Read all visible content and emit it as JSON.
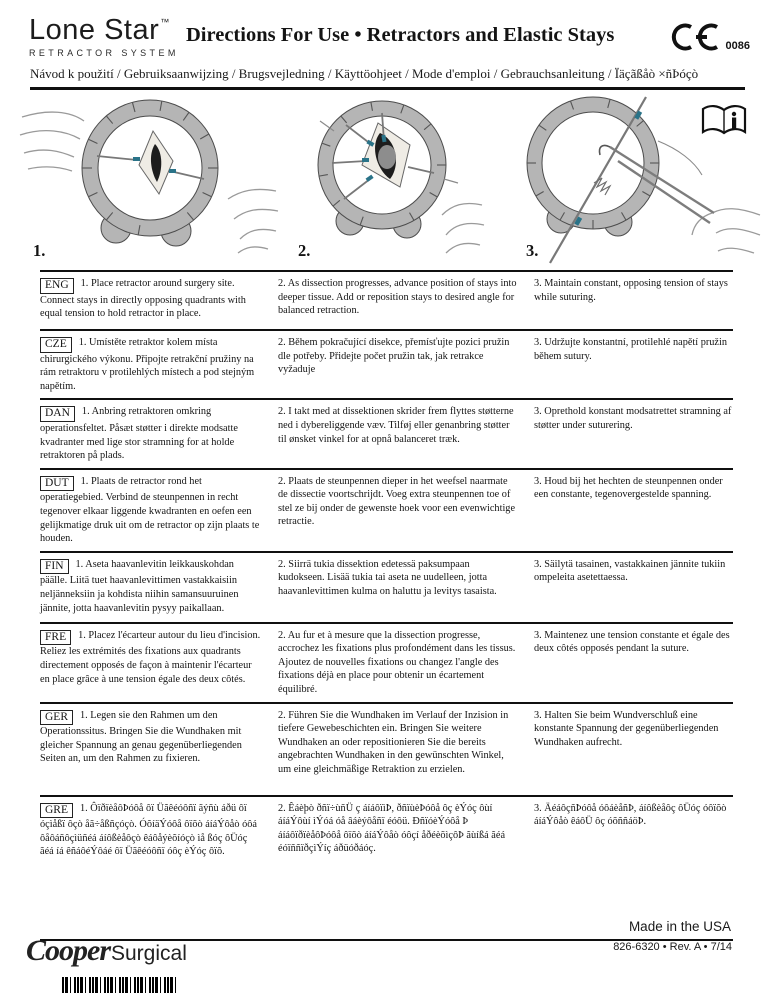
{
  "header": {
    "logo": {
      "name": "Lone Star",
      "tm": "™",
      "subtitle": "RETRACTOR SYSTEM"
    },
    "title": "Directions For Use • Retractors and Elastic Stays",
    "ce": {
      "number": "0086"
    },
    "languages_line": "Návod k použití / Gebruiksaanwijzing / Brugsvejledning / Käyttöohjeet / Mode d'emploi / Gebrauchsanleitung / Ïäçãßåò ×ñÞóçò"
  },
  "figures": [
    {
      "number": "1."
    },
    {
      "number": "2."
    },
    {
      "number": "3."
    }
  ],
  "symbols": {
    "consult_instructions_icon": "open-book-i"
  },
  "colors": {
    "ring_gray": "#b5b5b5",
    "stay_hook_teal": "#2a7388"
  },
  "instructions": [
    {
      "code": "ENG",
      "steps": [
        "1.  Place retractor around surgery site. Connect stays in directly opposing quadrants with equal tension to hold retractor in place.",
        "2.  As dissection progresses, advance position of stays into deeper tissue.  Add or reposition stays to desired angle for balanced retraction.",
        "3.  Maintain constant, opposing tension of stays while suturing."
      ]
    },
    {
      "code": "CZE",
      "steps": [
        "1.  Umístěte retraktor kolem místa chirurgického výkonu. Připojte retrakční pružiny na rám retraktoru v protilehlých místech a pod stejným napětím.",
        "2.  Během pokračující disekce, přemísťujte pozici pružin dle potřeby. Přidejte počet pružin tak, jak retrakce vyžaduje",
        "3.  Udržujte konstantní, protilehlé napětí pružin během sutury."
      ]
    },
    {
      "code": "DAN",
      "steps": [
        "1.  Anbring retraktoren omkring operationsfeltet.  Påsæt støtter i direkte modsatte kvadranter med lige stor stramning for at holde retraktoren på plads.",
        "2.  I takt med at dissektionen skrider frem flyttes støtterne ned i dybereliggende væv. Tilføj eller genanbring støtter til ønsket vinkel for at opnå balanceret træk.",
        "3.  Oprethold konstant modsatrettet stramning af støtter under suturering."
      ]
    },
    {
      "code": "DUT",
      "steps": [
        "1.  Plaats de retractor rond het operatiegebied.  Verbind de steunpennen in recht tegenover elkaar liggende kwadranten en oefen een gelijkmatige druk uit om de retractor op zijn plaats te houden.",
        "2.  Plaats de steunpennen dieper in het weefsel naarmate de dissectie voortschrijdt. Voeg extra steunpennen toe of stel ze bij onder de gewenste hoek voor een evenwichtige retractie.",
        "3.  Houd bij het hechten de steunpennen onder een constante, tegenovergestelde spanning."
      ]
    },
    {
      "code": "FIN",
      "steps": [
        "1.  Aseta haavanlevitin leikkauskohdan päälle.  Liitä tuet haavanlevittimen vastakkaisiin neljänneksiin ja kohdista niihin samansuuruinen jännite, jotta haavanlevitin pysyy paikallaan.",
        "2.  Siirrä tukia dissektion edetessä paksumpaan kudokseen. Lisää tukia tai aseta ne uudelleen, jotta haavanlevittimen kulma on haluttu ja levitys tasaista.",
        "3.  Säilytä tasainen, vastakkainen jännite tukiin ompeleita asetettaessa."
      ]
    },
    {
      "code": "FRE",
      "steps": [
        "1.  Placez l'écarteur autour du lieu d'incision.  Reliez les extrémités des fixations aux quadrants directement opposés de façon à maintenir l'écarteur en place grâce à une tension égale des deux côtés.",
        "2.  Au fur et à mesure que la dissection progresse, accrochez les fixations plus profondément dans les tissus.  Ajoutez de nouvelles fixations ou changez l'angle des fixations déjà en place pour obtenir un écartement équilibré.",
        "3.  Maintenez une tension constante et égale des deux côtés opposés pendant la suture."
      ]
    },
    {
      "code": "GER",
      "steps": [
        "1.  Legen sie den Rahmen um den Operationssitus.  Bringen Sie die Wundhaken mit gleicher Spannung an genau gegenüberliegenden Seiten an, um den Rahmen zu fixieren.",
        "2.  Führen Sie die Wundhaken im Verlauf der Inzision in tiefere Gewebeschichten ein.  Bringen Sie weitere Wundhaken an oder repositionieren Sie die bereits angebrachten Wundhaken in den gewünschten Winkel, um eine gleichmäßige Retraktion zu erzielen.",
        "3.  Halten Sie beim Wundverschluß eine konstante Spannung der gegenüberliegenden Wundhaken aufrecht."
      ]
    },
    {
      "code": "GRE",
      "steps": [
        "1.  ÔïðïèåôÞóôå ôï Üãêéóôñï ãýñù áðü ôï óçìåßï ôçò åã÷åßñçóçò.  ÓõíäÝóôå ôïõò áíáÝôåò óôá ôåôáñôçìüñéá áíôßèåôçò êáôåýèõíóçò ìå ßóç ôÜóç ãéá íá êñáôéÝôáé ôï Üãêéóôñï óôç èÝóç ôïõ.",
        "2.  Êáèþò ðñï÷ùñÜ ç áíáôïìÞ, ðñïùèÞóôå ôç èÝóç ôùí áíáÝôùí ìÝóá óå âáèýôåñï éóôü. ÐñïóèÝóôå Þ áíáôïðïèåôÞóôå ôïõò áíáÝôåò óôçí åðéèõìçôÞ ãùíßá ãéá éóïññïðçìÝíç áðüóðáóç.",
        "3.  ÄéáôçñÞóôå óôáèåñÞ, áíôßèåôç ôÜóç óôïõò áíáÝôåò êáôÜ ôç óõññáöÞ."
      ]
    }
  ],
  "footer": {
    "made_in": "Made in the USA",
    "part_rev": "826-6320 • Rev. A • 7/14",
    "brand_script": "Cooper",
    "brand_rest": "Surgical"
  }
}
